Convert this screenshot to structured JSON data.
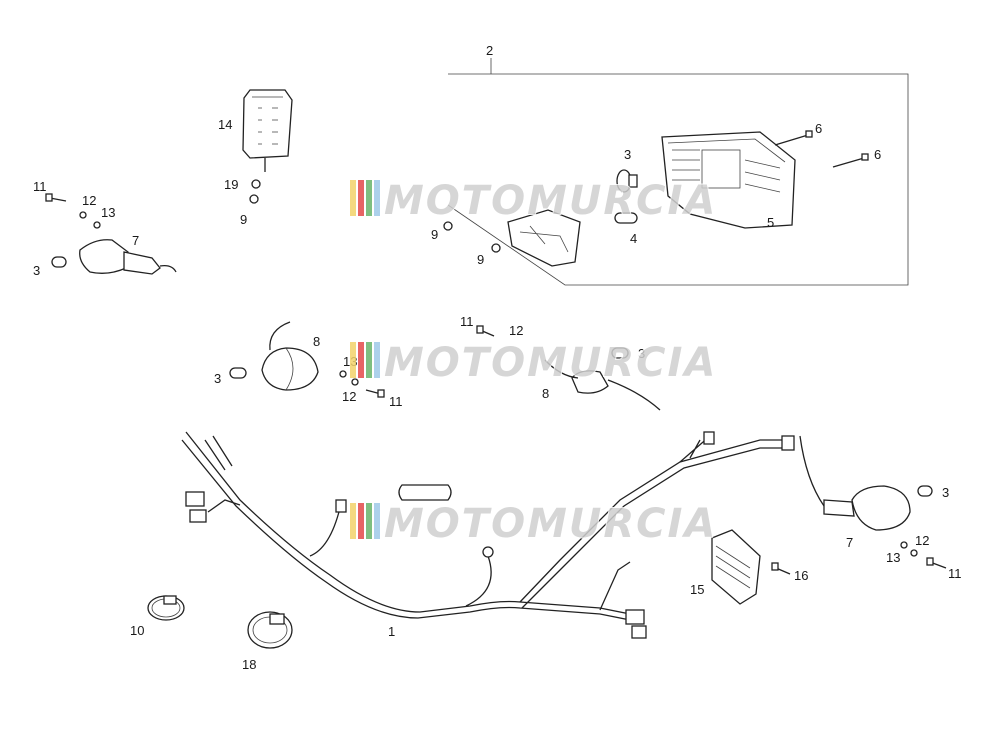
{
  "watermark": {
    "text": "MOTOMURCIA",
    "stripe_colors": [
      "#f3d36b",
      "#e34a4a",
      "#68b56a",
      "#9fc9e8"
    ]
  },
  "callouts": {
    "harness": "1",
    "tail_light_group": "2",
    "bulb": "3",
    "bulb_small": "4",
    "lens": "5",
    "screw_long": "6",
    "indicator_front": "7",
    "indicator_rear": "8",
    "nut": "9",
    "clamp": "10",
    "bolt": "11",
    "washer": "12",
    "washer_small": "13",
    "rectifier": "14",
    "regulator": "15",
    "screw": "16",
    "clamp_large": "18",
    "grommet": "19"
  },
  "colors": {
    "ink": "#222222",
    "shading": "#666666"
  }
}
